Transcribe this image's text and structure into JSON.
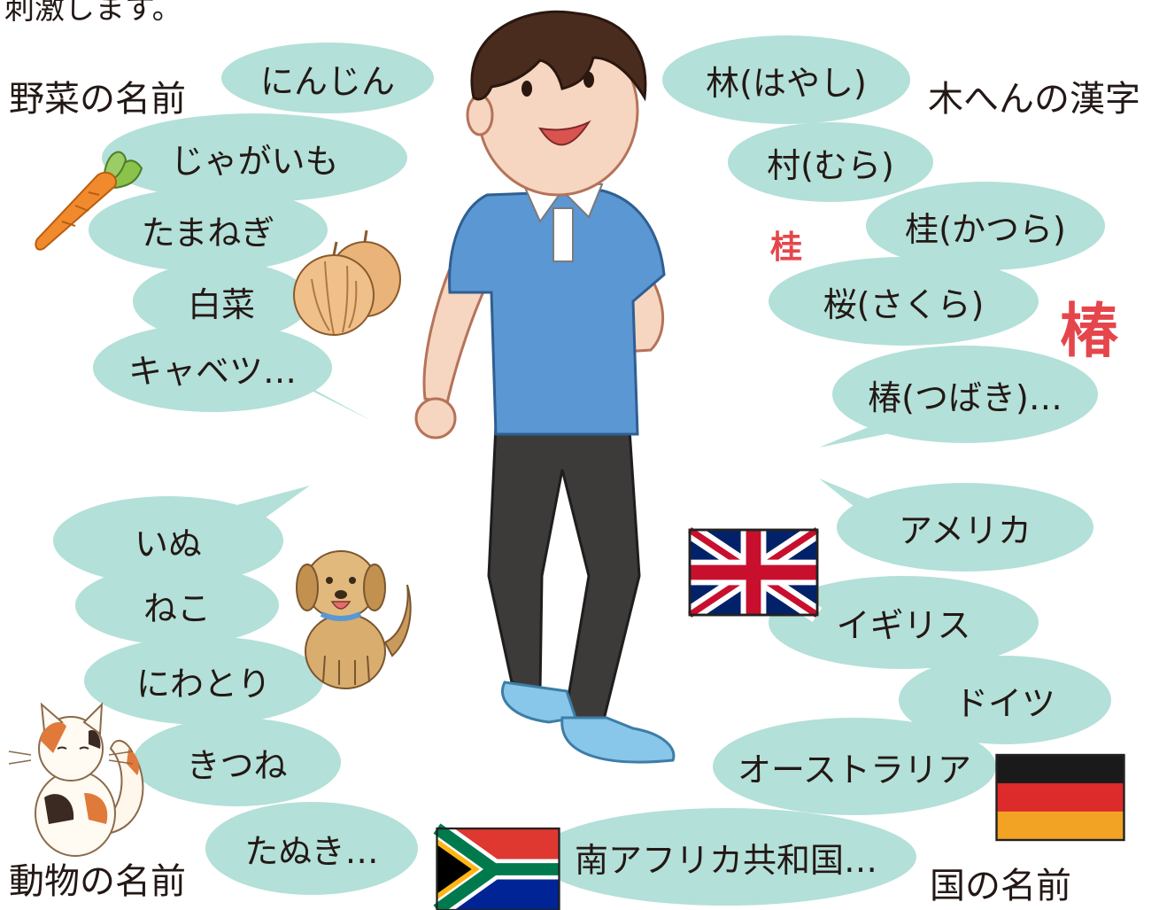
{
  "intro_text": "刺激します。",
  "colors": {
    "bubble": "#b3e0d8",
    "shirt": "#5b97d2",
    "pants": "#3d3a3a",
    "shoes": "#88c6ea",
    "accent_red": "#e5464b"
  },
  "groups": {
    "vegetables": {
      "label": "野菜の名前",
      "items": [
        "にんじん",
        "じゃがいも",
        "たまねぎ",
        "白菜",
        "キャベツ…"
      ]
    },
    "kanji": {
      "label": "木へんの漢字",
      "items": [
        "林(はやし)",
        "村(むら)",
        "桂(かつら)",
        "桜(さくら)",
        "椿(つばき)…"
      ],
      "decor": [
        "桂",
        "椿"
      ]
    },
    "animals": {
      "label": "動物の名前",
      "items": [
        "いぬ",
        "ねこ",
        "にわとり",
        "きつね",
        "たぬき…"
      ]
    },
    "countries": {
      "label": "国の名前",
      "items": [
        "アメリカ",
        "イギリス",
        "ドイツ",
        "オーストラリア",
        "南アフリカ共和国…"
      ]
    }
  },
  "icons": [
    "carrot-icon",
    "onion-icon",
    "dog-icon",
    "cat-icon",
    "uk-flag-icon",
    "germany-flag-icon",
    "south-africa-flag-icon",
    "boy-illustration"
  ]
}
